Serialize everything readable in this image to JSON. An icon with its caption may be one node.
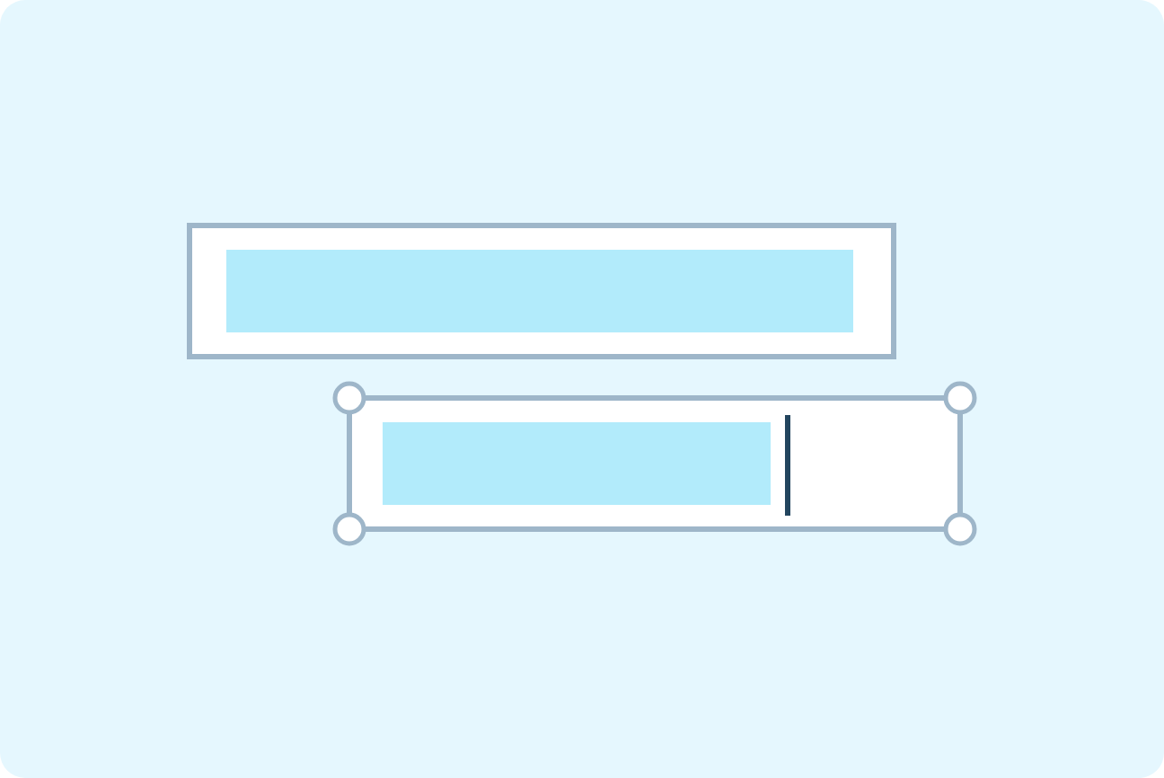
{
  "diagram": {
    "nodes": [
      {
        "text": [],
        "shape": "box"
      },
      {
        "text": [],
        "shape": "bar",
        "in": 0
      },
      {
        "text": [],
        "shape": "box"
      },
      {
        "text": [],
        "shape": "bar",
        "in": 2
      }
    ]
  }
}
